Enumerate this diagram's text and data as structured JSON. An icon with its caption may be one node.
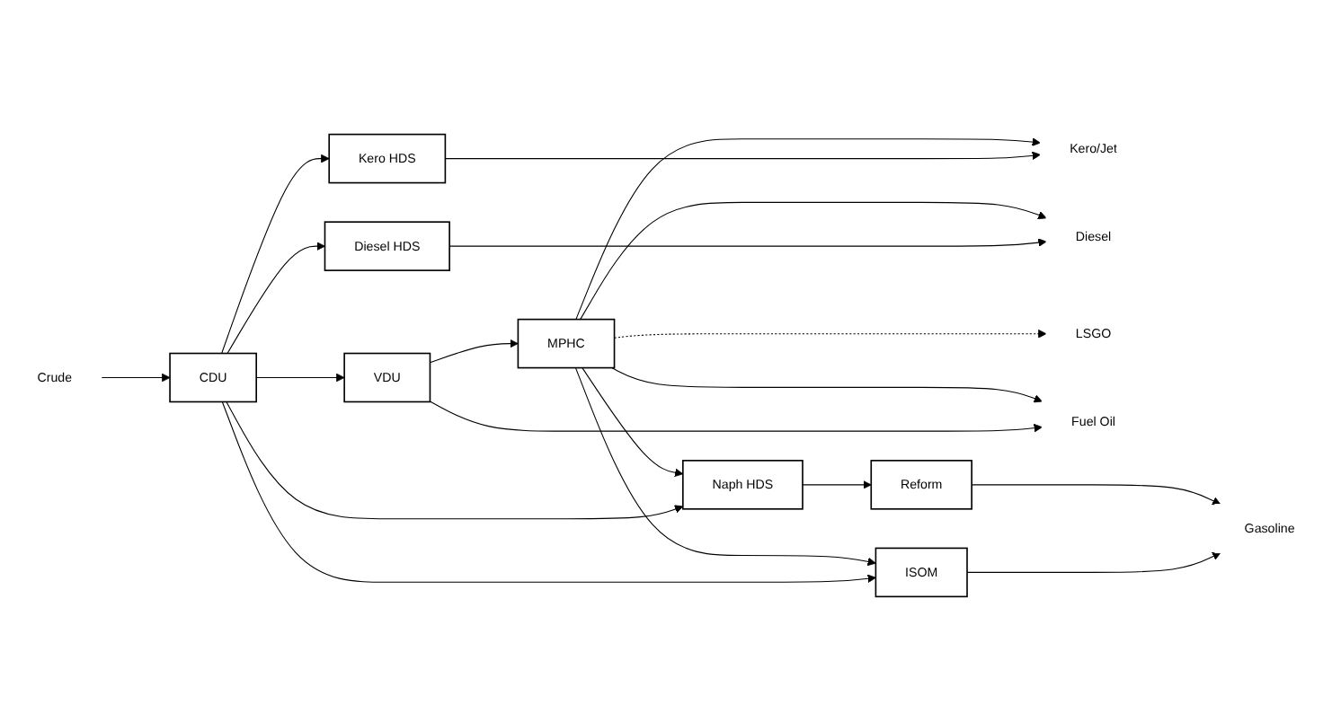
{
  "diagram": {
    "nodes": [
      {
        "text": [
          "Crude"
        ]
      },
      {
        "text": [
          "CDU"
        ]
      },
      {
        "text": [
          "VDU"
        ]
      },
      {
        "text": [
          "ISOM"
        ]
      },
      {
        "text": [
          "Naph HDS"
        ]
      },
      {
        "text": [
          "Reform"
        ]
      },
      {
        "text": [
          "Kero HDS"
        ]
      },
      {
        "text": [
          "Diesel HDS"
        ]
      },
      {
        "text": [
          "MPHC"
        ]
      },
      {
        "text": [
          "Gasoline"
        ]
      },
      {
        "text": [
          "Kero/Jet"
        ]
      },
      {
        "text": [
          "Diesel"
        ]
      },
      {
        "text": [
          "LSGO"
        ]
      },
      {
        "text": [
          "Fuel Oil"
        ]
      }
    ],
    "edges": [
      {
        "from": 0,
        "to": 1,
        "arrow": "to"
      },
      {
        "from": 1,
        "to": 3,
        "arrow": "to"
      },
      {
        "from": 1,
        "to": 4,
        "arrow": "to"
      },
      {
        "from": 1,
        "to": 6,
        "arrow": "to"
      },
      {
        "from": 1,
        "to": 7,
        "arrow": "to"
      },
      {
        "from": 1,
        "to": 2,
        "arrow": "to"
      },
      {
        "from": 2,
        "to": 8,
        "arrow": "to"
      },
      {
        "from": 2,
        "to": 13,
        "arrow": "to"
      },
      {
        "from": 4,
        "to": 5,
        "arrow": "to"
      },
      {
        "from": 3,
        "to": 9,
        "arrow": "to"
      },
      {
        "from": 5,
        "to": 9,
        "arrow": "to"
      },
      {
        "from": 6,
        "to": 10,
        "arrow": "to"
      },
      {
        "from": 7,
        "to": 11,
        "arrow": "to"
      },
      {
        "from": 8,
        "to": 3,
        "arrow": "to"
      },
      {
        "from": 8,
        "to": 4,
        "arrow": "to"
      },
      {
        "from": 8,
        "to": 10,
        "arrow": "to"
      },
      {
        "from": 8,
        "to": 11,
        "arrow": "to"
      },
      {
        "from": 8,
        "to": 12,
        "arrow": "to",
        "style": "dashed"
      },
      {
        "from": 8,
        "to": 13,
        "arrow": "to"
      }
    ]
  }
}
